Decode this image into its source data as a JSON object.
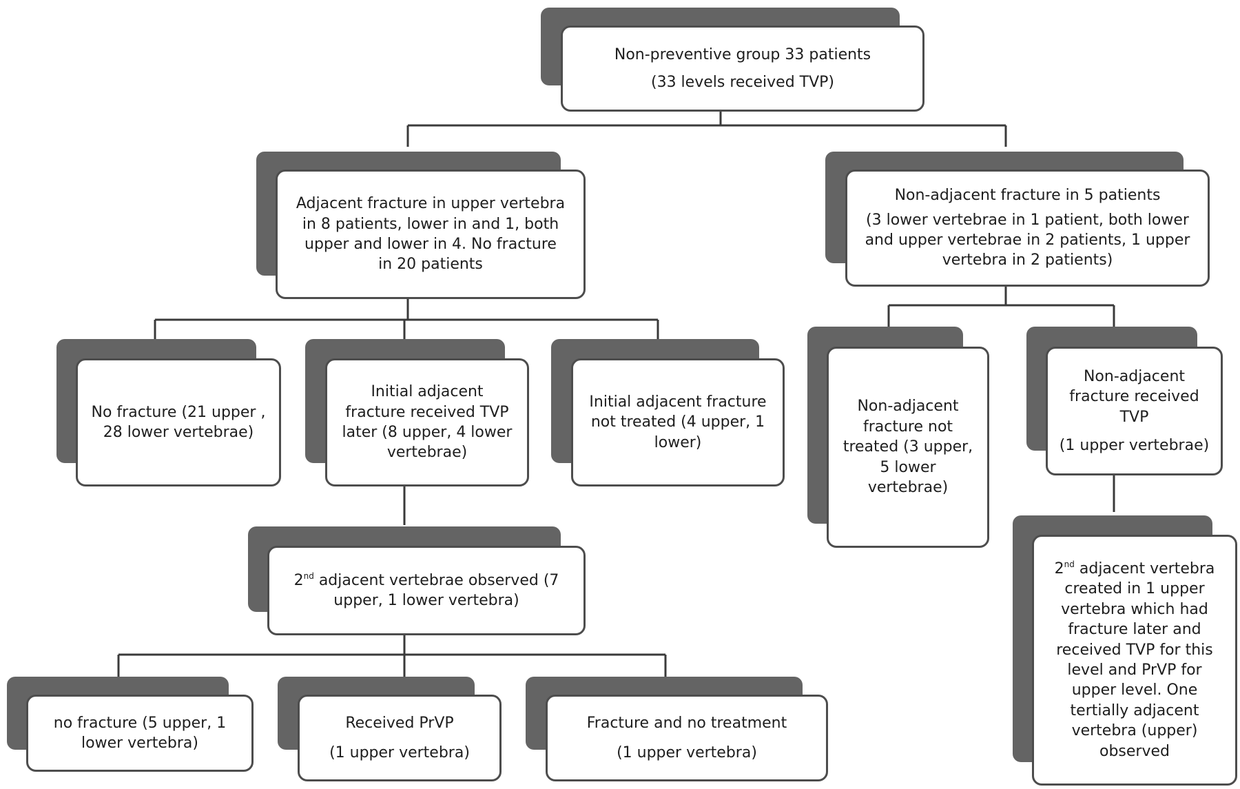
{
  "nodes": {
    "root": {
      "line1": "Non-preventive group 33 patients",
      "line2": "(33 levels received TVP)"
    },
    "adjacent": {
      "line1": "Adjacent fracture in upper vertebra",
      "line2": "in 8 patients, lower in and 1, both",
      "line3": "upper and lower in 4. No fracture",
      "line4": "in 20 patients"
    },
    "nonadjacent": {
      "line1": "Non-adjacent fracture in 5 patients",
      "line2": "(3 lower vertebrae in 1 patient, both lower",
      "line3": "and upper vertebrae in 2 patients, 1 upper",
      "line4": "vertebra in 2 patients)"
    },
    "no_fracture": {
      "line1": "No fracture (21 upper ,",
      "line2": "28 lower vertebrae)"
    },
    "initial_tvp": {
      "line1": "Initial adjacent",
      "line2": "fracture received TVP",
      "line3": "later (8 upper, 4 lower",
      "line4": "vertebrae)"
    },
    "initial_not_treated": {
      "line1": "Initial adjacent fracture",
      "line2": "not treated (4 upper, 1",
      "line3": "lower)"
    },
    "nonadj_not_treated": {
      "line1": "Non-adjacent",
      "line2": "fracture not",
      "line3": "treated (3 upper,",
      "line4": "5 lower",
      "line5": "vertebrae)"
    },
    "nonadj_tvp": {
      "line1": "Non-adjacent",
      "line2": "fracture received",
      "line3": "TVP",
      "line4": "(1 upper vertebrae)"
    },
    "second_observed": {
      "prefix": "2",
      "sup": "nd",
      "line1_rest": " adjacent vertebrae observed (7",
      "line2": "upper, 1 lower vertebra)"
    },
    "second_created": {
      "prefix": "2",
      "sup": "nd",
      "line1_rest": " adjacent vertebra",
      "line2": "created in 1 upper",
      "line3": "vertebra  which had",
      "line4": "fracture later and",
      "line5": "received TVP for this",
      "line6": "level and PrVP for",
      "line7": "upper level. One",
      "line8": "tertially adjacent",
      "line9": "vertebra (upper)",
      "line10": "observed"
    },
    "no_fracture_2": {
      "line1": "no fracture (5 upper, 1",
      "line2": "lower vertebra)"
    },
    "received_prvp": {
      "line1": "Received PrVP",
      "line2": "(1 upper vertebra)"
    },
    "fracture_no_treatment": {
      "line1": "Fracture and no treatment",
      "line2": "(1 upper vertebra)"
    }
  },
  "style": {
    "shadow_color": "#646464",
    "border_color": "#4d4d4d",
    "connector_color": "#3a3a3a"
  }
}
